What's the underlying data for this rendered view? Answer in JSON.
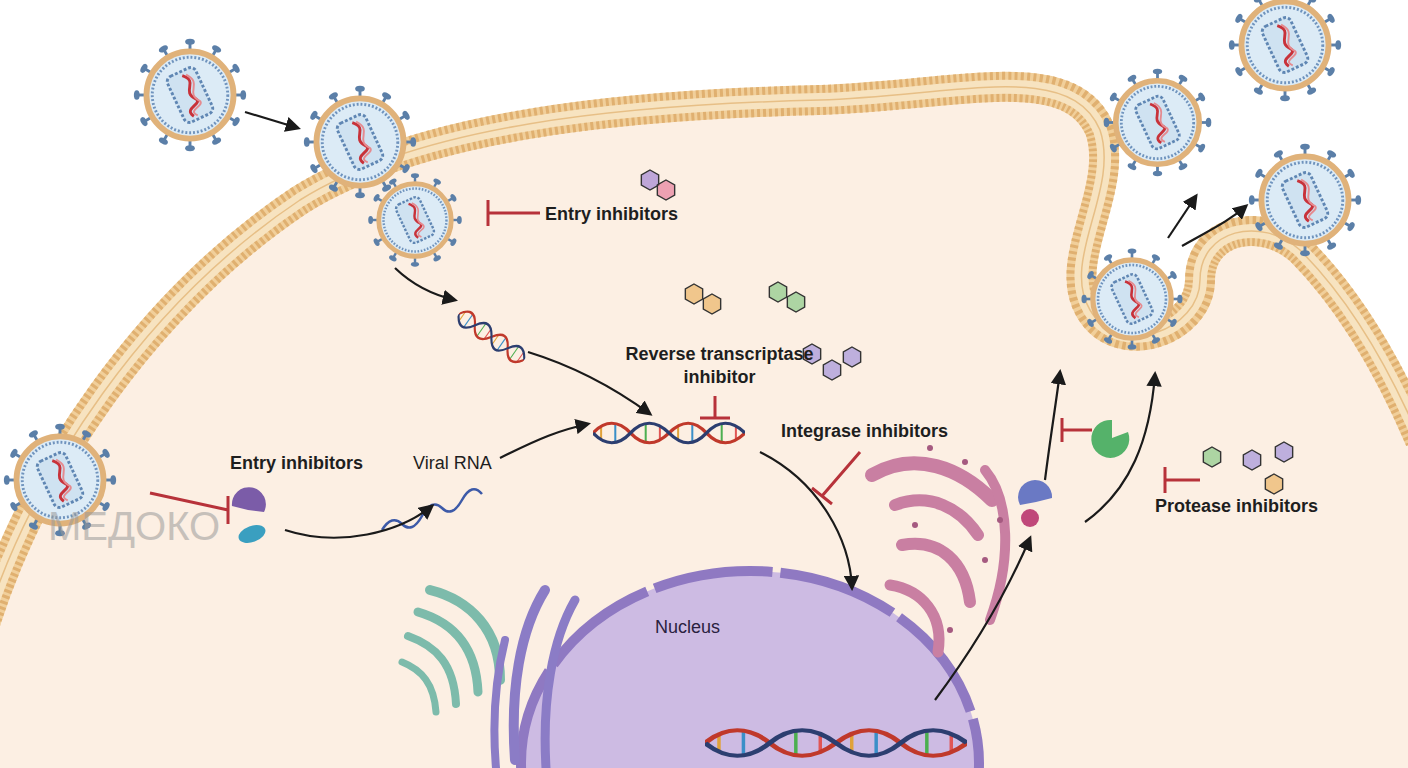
{
  "diagram": {
    "nodes": [
      {
        "text": [
          "Nucleus"
        ]
      }
    ],
    "labels": [
      "Entry inhibitors",
      "Reverse transcriptase inhibitor",
      "Integrase inhibitors",
      "Entry inhibitors",
      "Viral RNA",
      "Protease inhibitors",
      "МЕДОКО"
    ]
  }
}
